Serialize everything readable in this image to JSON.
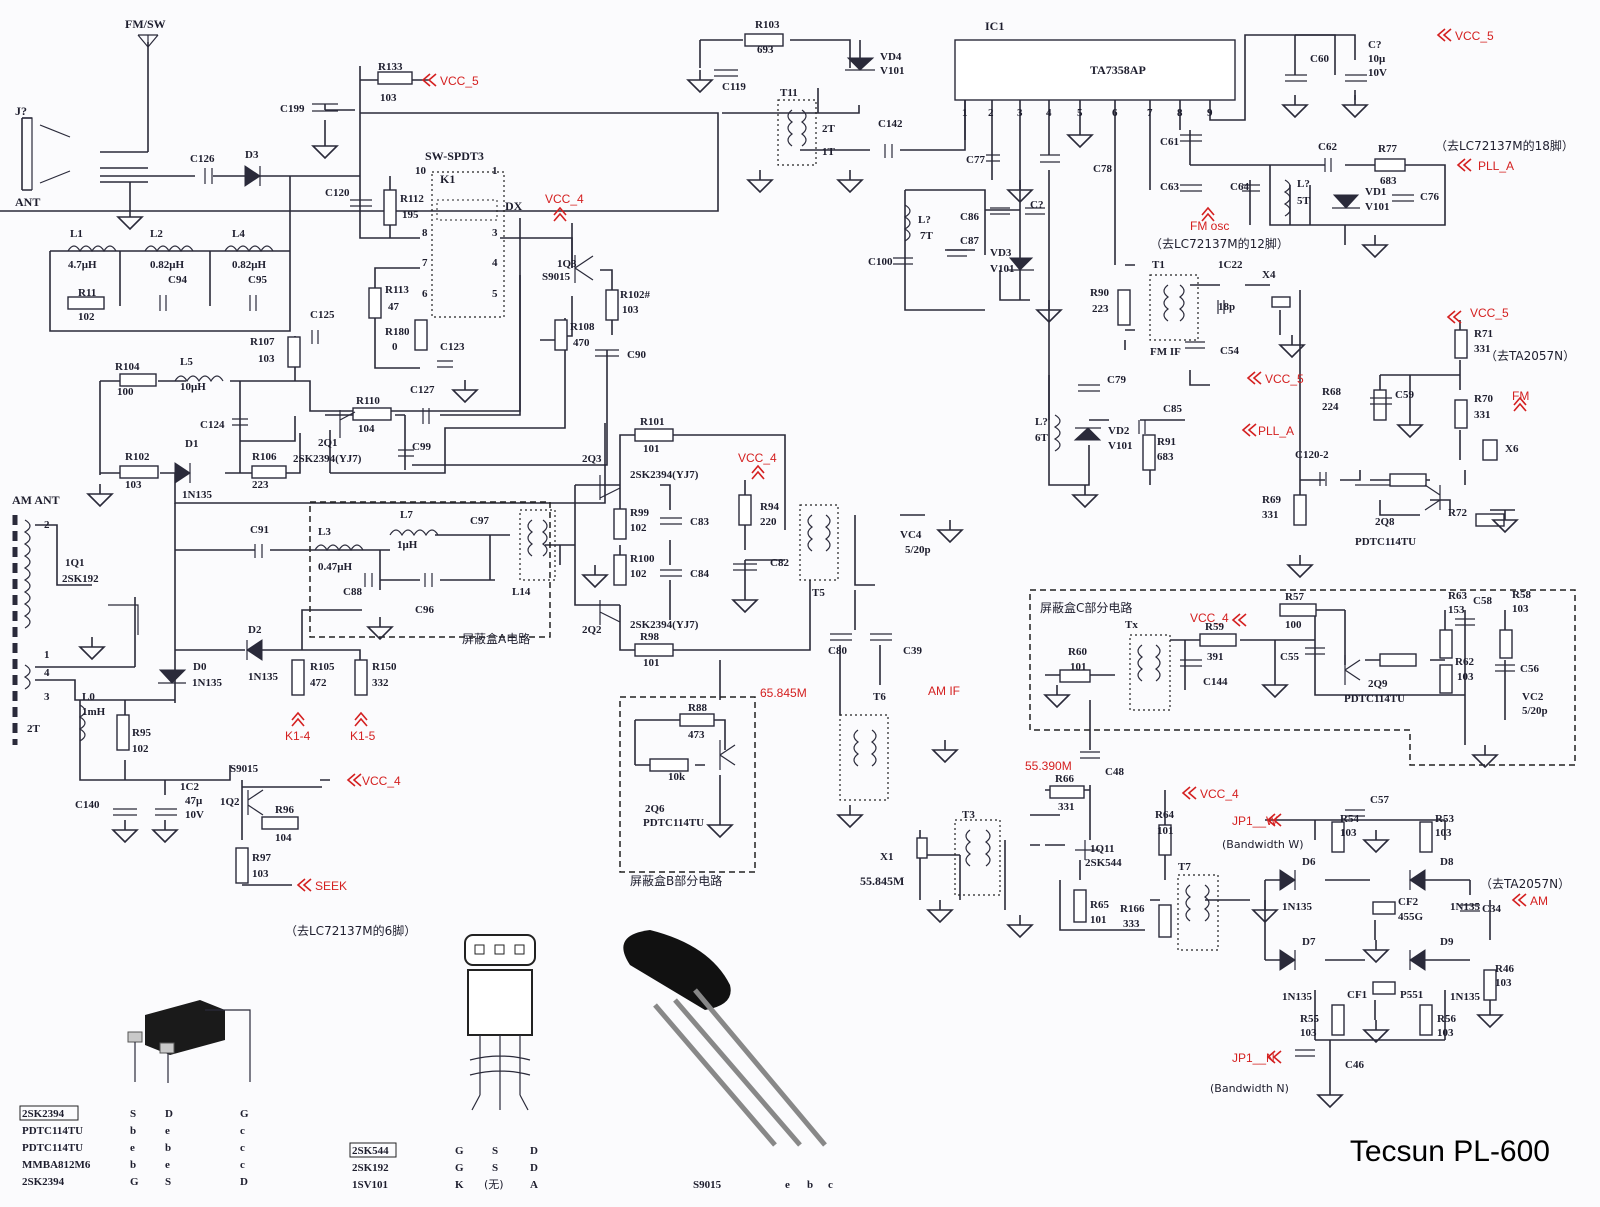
{
  "title": "Tecsun PL-600",
  "ic": {
    "ref": "IC1",
    "part": "TA7358AP",
    "pins": [
      "1",
      "2",
      "3",
      "4",
      "5",
      "6",
      "7",
      "8",
      "9"
    ]
  },
  "antennas": {
    "fm": "FM/SW",
    "jack": "J?",
    "ant": "ANT",
    "am": "AM ANT"
  },
  "switch": {
    "name": "SW-SPDT3",
    "ref": "K1",
    "dx": "DX",
    "pins": [
      "10",
      "1",
      "8",
      "3",
      "7",
      "4",
      "6",
      "5"
    ]
  },
  "power": {
    "vcc5": "VCC_5",
    "vcc4": "VCC_4",
    "pll": "PLL_A",
    "seek": "SEEK",
    "fm": "FM",
    "am": "AM",
    "fmosc": "FM osc",
    "amif": "AM IF",
    "k14": "K1-4",
    "k15": "K1-5",
    "jpw": "JP1__W",
    "jpn": "JP1__N"
  },
  "notes": {
    "lc18": "（去LC72137M的18脚）",
    "lc12": "（去LC72137M的12脚）",
    "lc6": "（去LC72137M的6脚）",
    "ta2057a": "（去TA2057N）",
    "ta2057b": "（去TA2057N）",
    "bww": "(Bandwidth W)",
    "bwn": "(Bandwidth N)",
    "boxA": "屏蔽盒A电路",
    "boxB": "屏蔽盒B部分电路",
    "boxC": "屏蔽盒C部分电路",
    "f65": "65.845M",
    "f55": "55.390M",
    "f55b": "55.845M"
  },
  "components": {
    "r133": [
      "R133",
      "103"
    ],
    "r103": [
      "R103",
      "693"
    ],
    "c119": "C119",
    "vd4": [
      "VD4",
      "V101"
    ],
    "t11": "T11",
    "c199": "C199",
    "c126": "C126",
    "d3": "D3",
    "c120": "C120",
    "r112": [
      "R112",
      "195"
    ],
    "l1": [
      "L1",
      "4.7μH"
    ],
    "l2": [
      "L2",
      "0.82μH"
    ],
    "l4": [
      "L4",
      "0.82μH"
    ],
    "r11": [
      "R11",
      "102"
    ],
    "c94": "C94",
    "c95": "C95",
    "r113": [
      "R113",
      "47"
    ],
    "r180": [
      "R180",
      "0"
    ],
    "c123": "C123",
    "c125": "C125",
    "r107": [
      "R107",
      "103"
    ],
    "r104": [
      "R104",
      "100"
    ],
    "l5": [
      "L5",
      "10μH"
    ],
    "r110": [
      "R110",
      "104"
    ],
    "c127": "C127",
    "c124": "C124",
    "c99": "C99",
    "q2": [
      "2Q1",
      "2SK2394(YJ7)"
    ],
    "r102": [
      "R102",
      "103"
    ],
    "d1": [
      "D1",
      "1N135"
    ],
    "r106": [
      "R106",
      "223"
    ],
    "q3": [
      "1Q3",
      "S9015"
    ],
    "r108": [
      "R108",
      "470"
    ],
    "r102b": [
      "R102#",
      "103"
    ],
    "c90": "C90",
    "q1": [
      "1Q1",
      "2SK192"
    ],
    "c91": "C91",
    "l3": [
      "L3",
      "0.47μH"
    ],
    "l7": [
      "L7",
      "1μH"
    ],
    "c97": "C97",
    "c88": "C88",
    "c96": "C96",
    "l14": "L14",
    "d2": [
      "D2",
      "1N135"
    ],
    "d0": [
      "D0",
      "1N135"
    ],
    "r105": [
      "R105",
      "472"
    ],
    "r150": [
      "R150",
      "332"
    ],
    "l0": [
      "L0",
      "1mH"
    ],
    "r95": [
      "R95",
      "102"
    ],
    "c140": "C140",
    "c2": [
      "1C2",
      "47μ",
      "10V"
    ],
    "s9015": "S9015",
    "q1q2": "1Q2",
    "r96": [
      "R96",
      "104"
    ],
    "r97": [
      "R97",
      "103"
    ],
    "r101": [
      "R101",
      "101"
    ],
    "q2q3": [
      "2Q3",
      "2SK2394(YJ7)"
    ],
    "r99": [
      "R99",
      "102"
    ],
    "r100": [
      "R100",
      "102"
    ],
    "c83": "C83",
    "c84": "C84",
    "q2q2": [
      "2Q2",
      "2SK2394(YJ7)"
    ],
    "r98": [
      "R98",
      "101"
    ],
    "r94": [
      "R94",
      "220"
    ],
    "c82": "C82",
    "t5": "T5",
    "vc4": [
      "VC4",
      "5/20p"
    ],
    "r88": [
      "R88",
      "473"
    ],
    "q26": [
      "2Q6",
      "PDTC114TU"
    ],
    "k10": "10k",
    "c80": "C80",
    "c39": "C39",
    "t6": "T6",
    "c77": "C77",
    "c78": "C78",
    "c142": "C142",
    "t11b": [
      "2T",
      "1T"
    ],
    "l7t": [
      "L?",
      "7T"
    ],
    "c86": "C86",
    "c87": "C87",
    "cq": "C?",
    "vd3": [
      "VD3",
      "V101"
    ],
    "c100": "C100",
    "c79": "C79",
    "l6t": [
      "L?",
      "6T"
    ],
    "vd2": [
      "VD2",
      "V101"
    ],
    "c85": "C85",
    "r91": [
      "R91",
      "683"
    ],
    "c60": "C60",
    "cq10": [
      "C?",
      "10μ",
      "10V"
    ],
    "c61": "C61",
    "c62": "C62",
    "r77": [
      "R77",
      "683"
    ],
    "c63": "C63",
    "c64": "C64",
    "l5t": [
      "L?",
      "5T"
    ],
    "vd1": [
      "VD1",
      "V101"
    ],
    "c76": "C76",
    "r90": [
      "R90",
      "223"
    ],
    "t1": "T1",
    "c22": [
      "1C22",
      "18p"
    ],
    "x4": "X4",
    "fmif": "FM IF",
    "c54": "C54",
    "r71": [
      "R71",
      "331"
    ],
    "r68": [
      "R68",
      "224"
    ],
    "c59": "C59",
    "r70": [
      "R70",
      "331"
    ],
    "x6": "X6",
    "c1202": "C120-2",
    "r69": [
      "R69",
      "331"
    ],
    "q28": [
      "2Q8",
      "PDTC114TU"
    ],
    "r72": "R72",
    "r60": [
      "R60",
      "101"
    ],
    "tx": "Tx",
    "r59": [
      "R59",
      "391"
    ],
    "r57": [
      "R57",
      "100"
    ],
    "c144": "C144",
    "c55": "C55",
    "q29": [
      "2Q9",
      "PDTC114TU"
    ],
    "r63": [
      "R63",
      "153"
    ],
    "c58": "C58",
    "r58": [
      "R58",
      "103"
    ],
    "r62": [
      "R62",
      "103"
    ],
    "c56": "C56",
    "vc2": [
      "VC2",
      "5/20p"
    ],
    "c48": "C48",
    "r66": [
      "R66",
      "331"
    ],
    "t3": "T3",
    "x1": "X1",
    "q11": [
      "1Q11",
      "2SK544"
    ],
    "r64": [
      "R64",
      "101"
    ],
    "r65": [
      "R65",
      "101"
    ],
    "r166": [
      "R166",
      "333"
    ],
    "t7": "T7",
    "r54": [
      "R54",
      "103"
    ],
    "c57": "C57",
    "r53": [
      "R53",
      "103"
    ],
    "d6": [
      "D6",
      "1N135"
    ],
    "d8": [
      "D8",
      "1N135"
    ],
    "cf2": [
      "CF2",
      "455G"
    ],
    "c34": "C34",
    "d7": [
      "D7",
      "1N135"
    ],
    "d9": [
      "D9",
      "1N135"
    ],
    "cf1": [
      "CF1",
      "P551"
    ],
    "r46": [
      "R46",
      "103"
    ],
    "r55": [
      "R55",
      "103"
    ],
    "r56": [
      "R56",
      "103"
    ],
    "c46": "C46"
  },
  "pinouts": {
    "smd": {
      "rows": [
        [
          "2SK2394",
          "S",
          "D",
          "G"
        ],
        [
          "PDTC114TU",
          "b",
          "e",
          "c"
        ],
        [
          "PDTC114TU",
          "e",
          "b",
          "c"
        ],
        [
          "MMBA812M6",
          "b",
          "e",
          "c"
        ],
        [
          "2SK2394",
          "G",
          "S",
          "D"
        ]
      ]
    },
    "to92a": {
      "rows": [
        [
          "2SK544",
          "G",
          "S",
          "D"
        ],
        [
          "2SK192",
          "G",
          "S",
          "D"
        ],
        [
          "1SV101",
          "K",
          "(无)",
          "A"
        ]
      ]
    },
    "to92b": {
      "name": "S9015",
      "pins": [
        "e",
        "b",
        "c"
      ]
    }
  }
}
